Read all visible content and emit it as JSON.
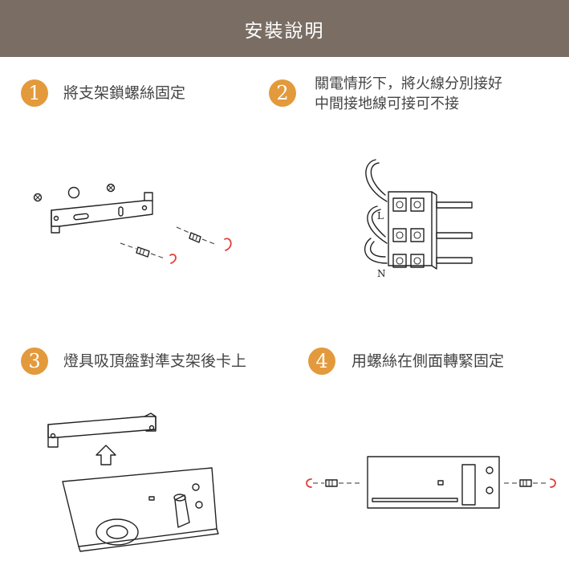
{
  "header": {
    "title": "安裝說明"
  },
  "steps": [
    {
      "number": "1",
      "text": "將支架鎖螺絲固定"
    },
    {
      "number": "2",
      "line1": "關電情形下，將火線分別接好",
      "line2": "中間接地線可接可不接"
    },
    {
      "number": "3",
      "text": "燈具吸頂盤對準支架後卡上"
    },
    {
      "number": "4",
      "text": "用螺絲在側面轉緊固定"
    }
  ],
  "terminal_labels": {
    "live": "L",
    "neutral": "N"
  }
}
